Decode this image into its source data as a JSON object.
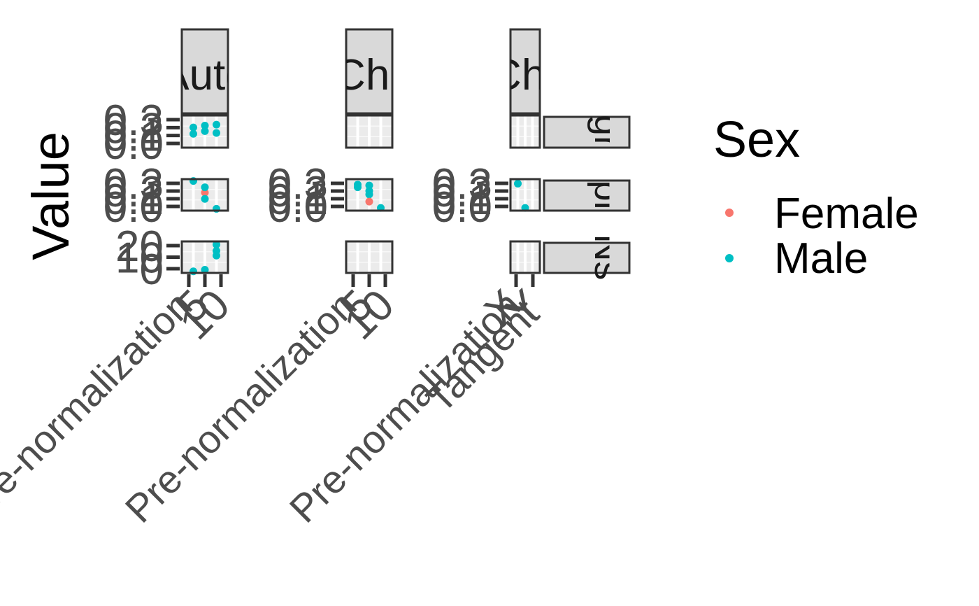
{
  "chart_data": {
    "type": "scatter",
    "ylabel": "Value",
    "xlabel": "",
    "legend": {
      "title": "Sex",
      "placement": "right",
      "entries": [
        {
          "label": "Female",
          "color": "#F8766D"
        },
        {
          "label": "Male",
          "color": "#00BFC4"
        }
      ]
    },
    "columns": [
      {
        "strip": "Auto",
        "x_ticks": [
          "5",
          "10"
        ],
        "x_axis_title": "Pre-normalization"
      },
      {
        "strip": "Chr",
        "x_ticks": [
          "5",
          "10"
        ],
        "x_axis_title": "Pre-normalization"
      },
      {
        "strip": "Chr",
        "x_ticks": [
          "X",
          "Y"
        ],
        "x_axis_title": "Pre-normalization",
        "x_axis_title_2": "Tangent"
      }
    ],
    "rows": [
      {
        "strip": "gr",
        "y_ticks": [
          "0.0",
          "0.1",
          "0.2",
          "0.3"
        ]
      },
      {
        "strip": "pi",
        "y_ticks": [
          "0.0",
          "0.1",
          "0.2",
          "0.3"
        ]
      },
      {
        "strip": "Ns",
        "y_ticks": [
          "0",
          "10",
          "20"
        ]
      }
    ],
    "panels": [
      {
        "col": 0,
        "row": 0,
        "points": [
          {
            "x": 1,
            "y": 0.15,
            "sex": "Male"
          },
          {
            "x": 1,
            "y": 0.22,
            "sex": "Male"
          },
          {
            "x": 2,
            "y": 0.18,
            "sex": "Male"
          },
          {
            "x": 2,
            "y": 0.24,
            "sex": "Male"
          },
          {
            "x": 3,
            "y": 0.16,
            "sex": "Male"
          },
          {
            "x": 3,
            "y": 0.25,
            "sex": "Male"
          }
        ]
      },
      {
        "col": 0,
        "row": 1,
        "points": [
          {
            "x": 1,
            "y": 0.33,
            "sex": "Male"
          },
          {
            "x": 2,
            "y": 0.2,
            "sex": "Female"
          },
          {
            "x": 2,
            "y": 0.26,
            "sex": "Male"
          },
          {
            "x": 2,
            "y": 0.13,
            "sex": "Male"
          },
          {
            "x": 3,
            "y": 0.02,
            "sex": "Male"
          }
        ]
      },
      {
        "col": 0,
        "row": 2,
        "points": [
          {
            "x": 1,
            "y": 1,
            "sex": "Male"
          },
          {
            "x": 2,
            "y": 2,
            "sex": "Male"
          },
          {
            "x": 3,
            "y": 18,
            "sex": "Male"
          },
          {
            "x": 3,
            "y": 14,
            "sex": "Male"
          },
          {
            "x": 3,
            "y": 11,
            "sex": "Male"
          }
        ]
      },
      {
        "col": 1,
        "row": 0,
        "points": []
      },
      {
        "col": 1,
        "row": 1,
        "points": [
          {
            "x": 1,
            "y": 0.29,
            "sex": "Male"
          },
          {
            "x": 1,
            "y": 0.26,
            "sex": "Male"
          },
          {
            "x": 2,
            "y": 0.28,
            "sex": "Male"
          },
          {
            "x": 2,
            "y": 0.22,
            "sex": "Male"
          },
          {
            "x": 2,
            "y": 0.18,
            "sex": "Male"
          },
          {
            "x": 2,
            "y": 0.1,
            "sex": "Female"
          },
          {
            "x": 3,
            "y": 0.03,
            "sex": "Male"
          }
        ]
      },
      {
        "col": 1,
        "row": 2,
        "points": []
      },
      {
        "col": 2,
        "row": 0,
        "points": []
      },
      {
        "col": 2,
        "row": 1,
        "points": [
          {
            "x": 1,
            "y": 0.3,
            "sex": "Male"
          },
          {
            "x": 2,
            "y": 0.03,
            "sex": "Male"
          }
        ]
      },
      {
        "col": 2,
        "row": 2,
        "points": []
      }
    ]
  }
}
